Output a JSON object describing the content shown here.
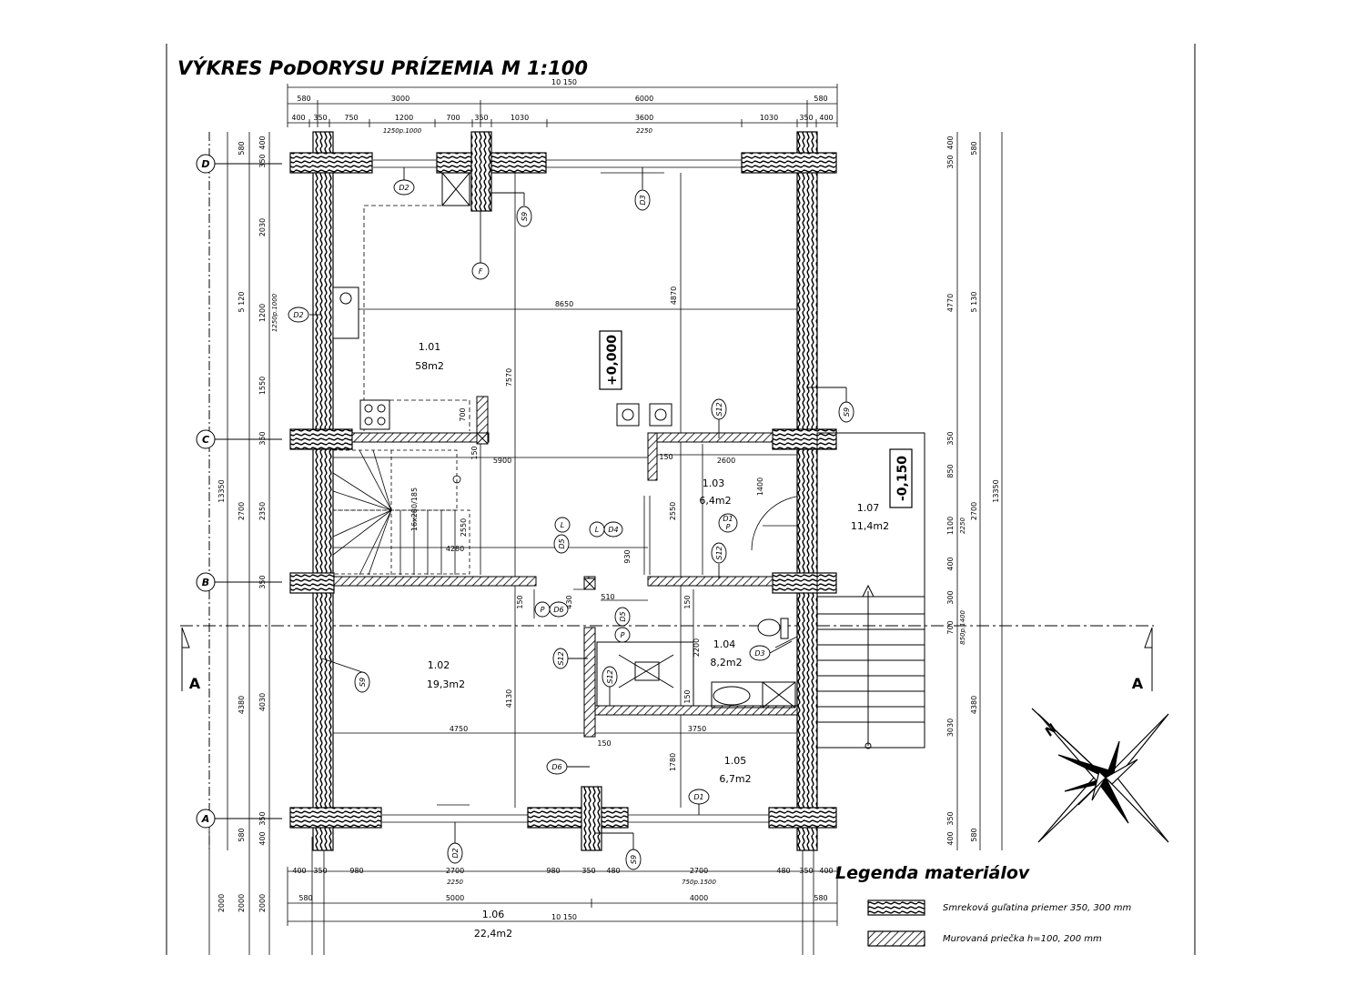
{
  "drawing": {
    "title": "VÝKRES PoDORYSU PRÍZEMIA   M 1:100",
    "grid_axes": [
      "D",
      "C",
      "B",
      "A"
    ],
    "section_mark": "A"
  },
  "dimensions": {
    "top_total": "10 150",
    "top_row2": [
      "580",
      "3000",
      "6000",
      "580"
    ],
    "top_row3": [
      "400",
      "350",
      "750",
      "1200",
      "700",
      "350",
      "1030",
      "3600",
      "1030",
      "350",
      "400"
    ],
    "top_notes": [
      "1250p.1000",
      "2250"
    ],
    "left_outer": [
      "580",
      "5 120",
      "13350",
      "4380",
      "580",
      "2000"
    ],
    "left_axis": [
      "2700",
      "2000"
    ],
    "left_inner": [
      "400",
      "350",
      "2030",
      "1200",
      "1550",
      "350",
      "2350",
      "350",
      "4030",
      "400",
      "350",
      "2000"
    ],
    "left_notes": [
      "1250p.1000"
    ],
    "right_inner": [
      "400",
      "350",
      "4770",
      "350",
      "850",
      "1100",
      "400",
      "300",
      "700",
      "3030",
      "350",
      "400"
    ],
    "right_notes": [
      "2250",
      "850p.1400"
    ],
    "right_mid": [
      "2700"
    ],
    "right_outer": [
      "580",
      "5 130",
      "13350",
      "4380",
      "580"
    ],
    "bottom_row1": [
      "400",
      "350",
      "980",
      "2700",
      "980",
      "350",
      "480",
      "2700",
      "480",
      "350",
      "400"
    ],
    "bottom_notes": [
      "2250",
      "750p.1500"
    ],
    "bottom_row2": [
      "580",
      "5000",
      "4000",
      "580"
    ],
    "bottom_total": "10 150",
    "interior": [
      "8650",
      "4870",
      "7570",
      "700",
      "150",
      "5900",
      "150",
      "2600",
      "1400",
      "2550",
      "2550",
      "4280",
      "930",
      "150",
      "430",
      "510",
      "150",
      "2200",
      "150",
      "4130",
      "4750",
      "3750",
      "150",
      "1780"
    ]
  },
  "rooms": [
    {
      "number": "1.01",
      "area": "58m2"
    },
    {
      "number": "1.02",
      "area": "19,3m2"
    },
    {
      "number": "1.03",
      "area": "6,4m2"
    },
    {
      "number": "1.04",
      "area": "8,2m2"
    },
    {
      "number": "1.05",
      "area": "6,7m2"
    },
    {
      "number": "1.06",
      "area": "22,4m2"
    },
    {
      "number": "1.07",
      "area": "11,4m2"
    }
  ],
  "levels": [
    "+0,000",
    "-0,150"
  ],
  "stair_label": "16x280/185",
  "tags": [
    "D2",
    "D3",
    "S9",
    "F",
    "D2",
    "S9",
    "S12",
    "D1",
    "P",
    "L",
    "D4",
    "D5",
    "L",
    "S12",
    "P",
    "D6",
    "D5",
    "P",
    "D3",
    "S12",
    "S12",
    "S9",
    "D6",
    "D1",
    "D2",
    "S9"
  ],
  "legend": {
    "title": "Legenda materiálov",
    "items": [
      {
        "pattern": "log",
        "text": "Smreková guľatina priemer 350, 300 mm"
      },
      {
        "pattern": "hatch",
        "text": "Murovaná  priečka h=100, 200 mm"
      }
    ]
  },
  "compass": {
    "label": "N"
  }
}
